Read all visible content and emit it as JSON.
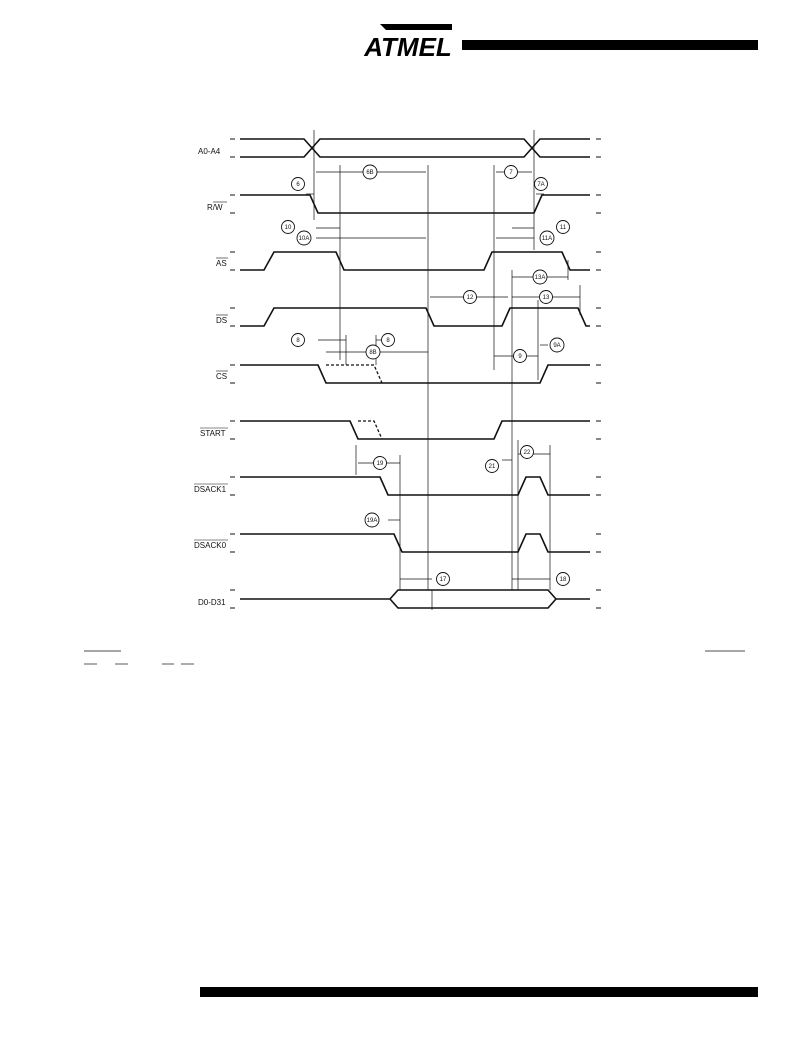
{
  "logo_text": "ATMEL",
  "signals": [
    {
      "id": "a0a4",
      "label": "A0-A4"
    },
    {
      "id": "rw",
      "label": "R/W"
    },
    {
      "id": "as",
      "label": "AS"
    },
    {
      "id": "ds",
      "label": "DS"
    },
    {
      "id": "cs",
      "label": "CS"
    },
    {
      "id": "start",
      "label": "START"
    },
    {
      "id": "dsack1",
      "label": "DSACK1"
    },
    {
      "id": "dsack0",
      "label": "DSACK0"
    },
    {
      "id": "d0d31",
      "label": "D0-D31"
    }
  ],
  "timing_labels": {
    "t6": "6",
    "t6b": "6B",
    "t7": "7",
    "t7a": "7A",
    "t10": "10",
    "t10a": "10A",
    "t11": "11",
    "t11a": "11A",
    "t12": "12",
    "t13": "13",
    "t13a": "13A",
    "t8a": "8",
    "t8b": "8",
    "t8b_label": "8B",
    "t9": "9",
    "t9a": "9A",
    "t19": "19",
    "t19a": "19A",
    "t21": "21",
    "t22": "22",
    "t17": "17",
    "t18": "18"
  }
}
